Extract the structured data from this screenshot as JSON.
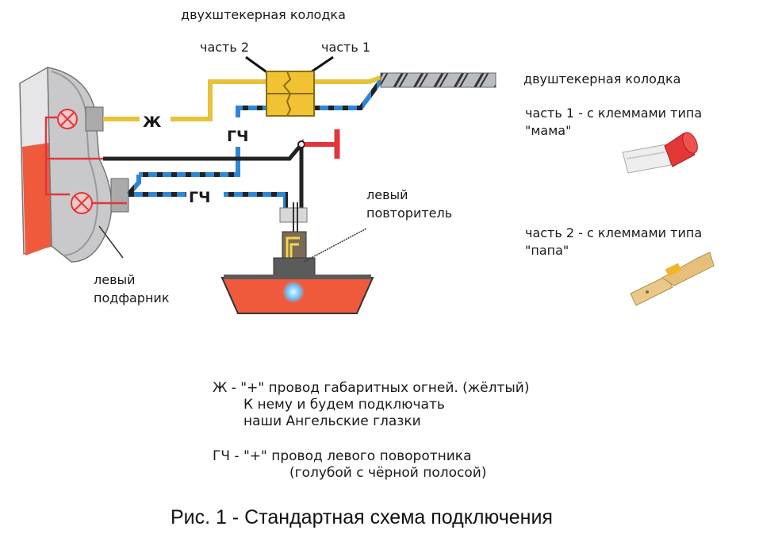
{
  "diagram": {
    "title_top": "двухштекерная колодка",
    "connector_part2_label": "часть 2",
    "connector_part1_label": "часть 1",
    "wire_label_yellow": "Ж",
    "wire_label_blue_black_1": "ГЧ",
    "wire_label_blue_black_2": "ГЧ",
    "headlight_label_line1": "левый",
    "headlight_label_line2": "подфарник",
    "repeater_label_line1": "левый",
    "repeater_label_line2": "повторитель",
    "colors": {
      "yellow_wire": "#e8c23a",
      "blue_wire": "#2f86d6",
      "black_wire": "#222222",
      "red_wire": "#e2363b",
      "connector": "#f1c232",
      "lamp_red": "#ef5a3c"
    }
  },
  "side_panel": {
    "heading": "двуштекерная колодка",
    "part1_line1": "часть 1 - с клеммами типа",
    "part1_line2": "\"мама\"",
    "part2_line1": "часть 2 - с клеммами типа",
    "part2_line2": "\"папа\"",
    "female_terminal_icon": "female-spade-terminal-red",
    "male_terminal_icon": "male-spade-terminal-brass"
  },
  "legend": {
    "yellow_line1": "Ж - \"+\" провод габаритных огней. (жёлтый)",
    "yellow_line2": "К нему и будем подключать",
    "yellow_line3": "наши Ангельские глазки",
    "blue_line1": "ГЧ - \"+\" провод левого поворотника",
    "blue_line2": "(голубой с чёрной полосой)"
  },
  "caption": "Рис. 1 - Стандартная схема подключения"
}
